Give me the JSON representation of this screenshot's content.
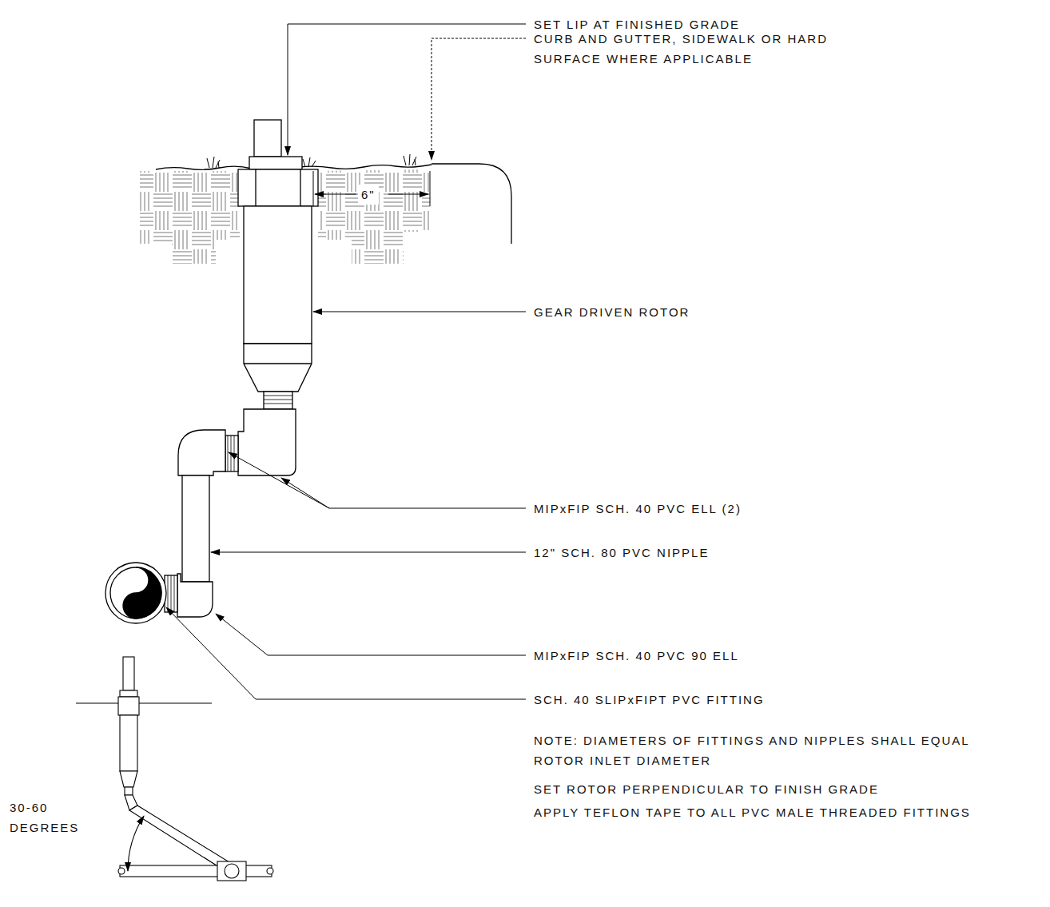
{
  "diagram": {
    "labels": [
      "SET LIP AT FINISHED GRADE",
      "CURB AND GUTTER, SIDEWALK OR HARD SURFACE WHERE APPLICABLE",
      "6\"",
      "GEAR DRIVEN ROTOR",
      "MIPxFIP SCH. 40 PVC ELL (2)",
      "12\" SCH. 80 PVC NIPPLE",
      "MIPxFIP SCH. 40 PVC 90 ELL",
      "SCH. 40 SLIPxFIPT PVC FITTING",
      "NOTE: DIAMETERS OF FITTINGS AND NIPPLES SHALL EQUAL ROTOR INLET DIAMETER",
      "SET ROTOR PERPENDICULAR TO FINISH GRADE",
      "APPLY TEFLON TAPE TO ALL PVC MALE THREADED FITTINGS",
      "30-60 DEGREES"
    ]
  }
}
